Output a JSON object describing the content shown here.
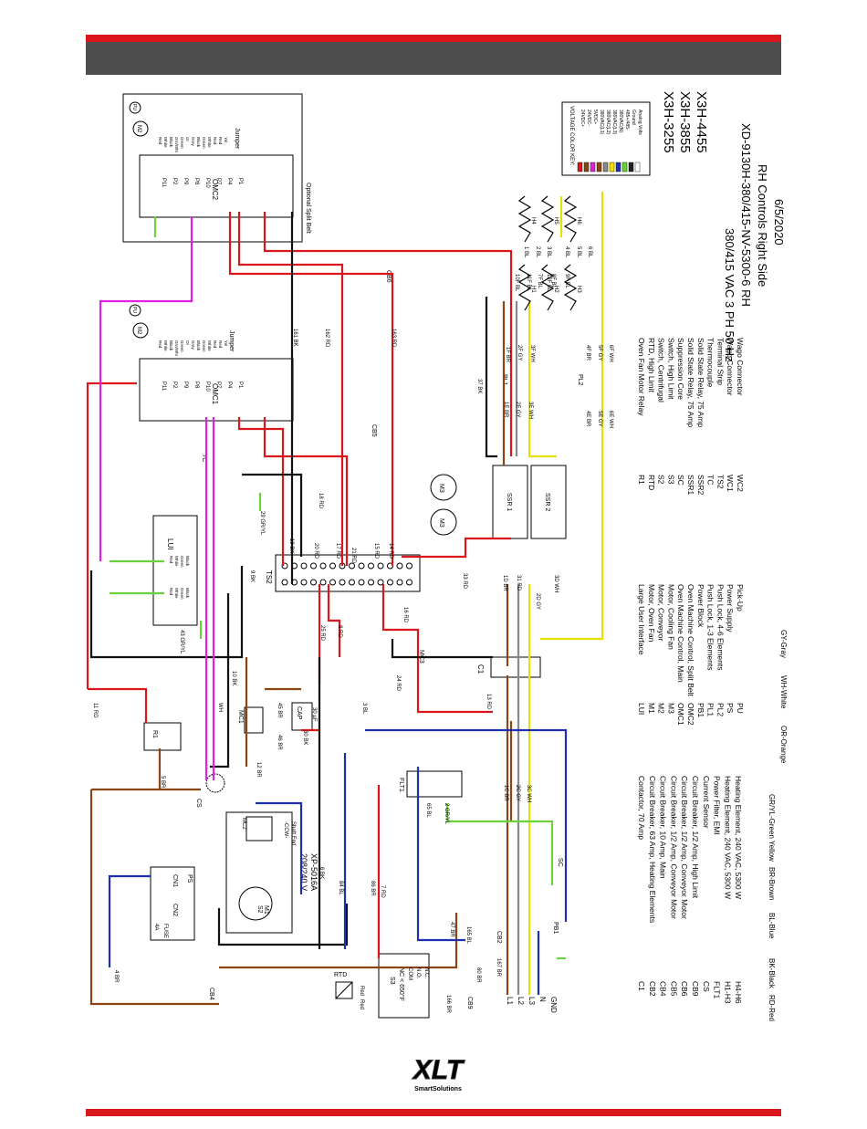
{
  "title_block": {
    "models": [
      "X3H-3255",
      "X3H-3855",
      "X3H-4455"
    ],
    "power": "380/415 VAC 3 PH 50 Hz",
    "drawing_no": "XD-9130H-380/415-NV-5300-6 RH",
    "description": "RH Controls Right Side",
    "date": "6/5/2020"
  },
  "voltage_key": {
    "title": "VOLTAGE COLOR KEY:",
    "entries": [
      {
        "label": "24VDC+",
        "color": "#d9161c"
      },
      {
        "label": "24VDC-",
        "color": "#7a4a1e"
      },
      {
        "label": "5VDC+",
        "color": "#e020e0"
      },
      {
        "label": "380VAC(L1)",
        "color": "#8b4513"
      },
      {
        "label": "380VAC(L2)",
        "color": "#888888"
      },
      {
        "label": "380VAC(L3)",
        "color": "#f0e000"
      },
      {
        "label": "380VAC(N)",
        "color": "#1f2fb0"
      },
      {
        "label": "485+/485-",
        "color": "#6bd13b"
      },
      {
        "label": "Ground",
        "color": "#222222"
      },
      {
        "label": "Analog Volts",
        "color": "#ffffff"
      }
    ]
  },
  "legend_left": [
    [
      "C1",
      "Contactor, 70 Amp"
    ],
    [
      "CB2",
      "Circuit Breaker, 63 Amp, Heating Elements"
    ],
    [
      "CB4",
      "Circuit Breaker, 10 Amp, Main"
    ],
    [
      "CB5",
      "Circuit Breaker, 1/2 Amp, Conveyor Motor"
    ],
    [
      "CB6",
      "Circuit Breaker, 1/2 Amp, Conveyor Motor"
    ],
    [
      "CB9",
      "Circuit Breaker, 1/2 Amp, High Limit"
    ],
    [
      "CS",
      "Current Sensor"
    ],
    [
      "FLT1",
      "Power Filter, EMI"
    ],
    [
      "H1-H3",
      "Heating Element, 240 VAC, 5300 W"
    ],
    [
      "H4-H6",
      "Heating Element, 240 VAC, 5300 W"
    ]
  ],
  "legend_mid": [
    [
      "LUI",
      "Large User Interface"
    ],
    [
      "M1",
      "Motor, Oven Fan"
    ],
    [
      "M2",
      "Motor, Conveyor"
    ],
    [
      "M3",
      "Motor, Cooling Fan"
    ],
    [
      "OMC1",
      "Oven Machine Control, Main"
    ],
    [
      "OMC2",
      "Oven Machine Control, Split Belt"
    ],
    [
      "PB1",
      "Power Block"
    ],
    [
      "PL1",
      "Push Lock, 1-3 Elements"
    ],
    [
      "PL2",
      "Push Lock, 4-6 Elements"
    ],
    [
      "PS",
      "Power Supply"
    ],
    [
      "PU",
      "Pick-Up"
    ]
  ],
  "legend_right": [
    [
      "R1",
      "Oven Fan Motor Relay"
    ],
    [
      "RTD",
      "RTD, High Limit"
    ],
    [
      "S2",
      "Switch, Centrifugal"
    ],
    [
      "S3",
      "Switch, High Limit"
    ],
    [
      "SC",
      "Suppression Core"
    ],
    [
      "SSR1",
      "Solid State Relay, 75 Amp"
    ],
    [
      "SSR2",
      "Solid State Relay, 75 Amp"
    ],
    [
      "TC",
      "Thermocouple"
    ],
    [
      "TS2",
      "Terminal Strip"
    ],
    [
      "WC1",
      "Wago Connector"
    ],
    [
      "WC2",
      "Wago Connector"
    ]
  ],
  "color_abbrev": [
    "RD-Red",
    "BK-Black",
    "BL-Blue",
    "BR-Brown",
    "GR/YL-Green Yellow",
    "OR-Orange",
    "WH-White",
    "GY-Gray"
  ],
  "components": {
    "omc1": "OMC1",
    "omc2": "OMC2",
    "lui": "LUI",
    "ts2": "TS2",
    "ssr1": "SSR 1",
    "ssr2": "SSR 2",
    "c1": "C1",
    "flt1": "FLT1",
    "ps": "PS",
    "cn1": "CN1",
    "cn2": "CN2",
    "fuse": "FUSE",
    "fuse_rating": "4A",
    "r1": "R1",
    "mc1": "MC1",
    "mc2": "MC2",
    "mc3": "MC3",
    "cap": "CAP",
    "cap_rating": "30 µF",
    "m1": "M1",
    "m2": "M2",
    "m3": "M3",
    "s2": "S2",
    "s3": "S3",
    "s3_rating": "NC < 650°F",
    "pb1": "PB1",
    "sc": "SC",
    "cs": "CS",
    "rtd": "RTD",
    "tc": "TC",
    "pl1": "PL1",
    "pl2": "PL2",
    "cb2": "CB2",
    "cb4": "CB4",
    "cb5": "CB5",
    "cb6": "CB6",
    "cb9": "CB9",
    "pu": "PU",
    "wc1": "WC1",
    "wc2": "WC2",
    "jumper": "Jumper",
    "split_belt": "Optional Split Belt",
    "motor_label": "208/240 V",
    "motor_model": "XP-5016A",
    "ccw": "-CCW-",
    "shaft_end": "Shaft End",
    "h_elements": [
      "H1",
      "H2",
      "H3",
      "H4",
      "H5",
      "H6"
    ],
    "lines": [
      "L1",
      "L2",
      "L3",
      "N",
      "GND"
    ],
    "omc_ports": [
      "P11",
      "P2",
      "P9",
      "P8",
      "P10",
      "P7",
      "P4",
      "P1"
    ],
    "s3_terms": [
      "COM",
      "N.O.",
      "N.C."
    ]
  },
  "wire_labels": [
    "161 BK",
    "162 RD",
    "163 RD",
    "37 BK",
    "18 RD",
    "19 BK",
    "29 GR/YL",
    "20 RD",
    "21 RD",
    "17 RD",
    "14 RD",
    "15 RD",
    "9 BK",
    "25 RD",
    "8 RD",
    "16 RD",
    "33 RD",
    "1D BR",
    "31 RD",
    "2D GY",
    "3D WH",
    "43 GR/YL",
    "10 BK",
    "11 RD",
    "13 RD",
    "24 RD",
    "45 BR",
    "46 BR",
    "3 BL",
    "12 BR",
    "5 BR",
    "1C BR",
    "2C GY",
    "3C WH",
    "65 BL",
    "2 GR/YL",
    "6 BK",
    "84 BL",
    "86 BR",
    "7 RD",
    "4 BR",
    "47 BR",
    "165 BL",
    "80 BR",
    "167 BR",
    "166 BR",
    "1E BR",
    "2E GY",
    "3E WH",
    "1F BR",
    "2F GY",
    "3F WH",
    "4E BR",
    "5E GY",
    "6E WH",
    "4F BR",
    "5F GY",
    "6F WH",
    "1 BL",
    "2 BL",
    "3 BL",
    "4 BL",
    "5 BL",
    "6 BL",
    "7F BL",
    "8F BL",
    "9F BL",
    "10F BL",
    "11F BL",
    "12F BL",
    "WH",
    "Red",
    "Red",
    "30 BK"
  ],
  "omc_pins": [
    "Red",
    "White",
    "Black",
    "Grn/Wht",
    "Green",
    "Or",
    "Grey",
    "Black",
    "Green",
    "White",
    "Red",
    "Red",
    "Yel"
  ],
  "lui_pins": [
    "Red",
    "White",
    "Green",
    "Black"
  ],
  "logo": {
    "text": "XLT",
    "tagline": "SmartSolutions"
  }
}
